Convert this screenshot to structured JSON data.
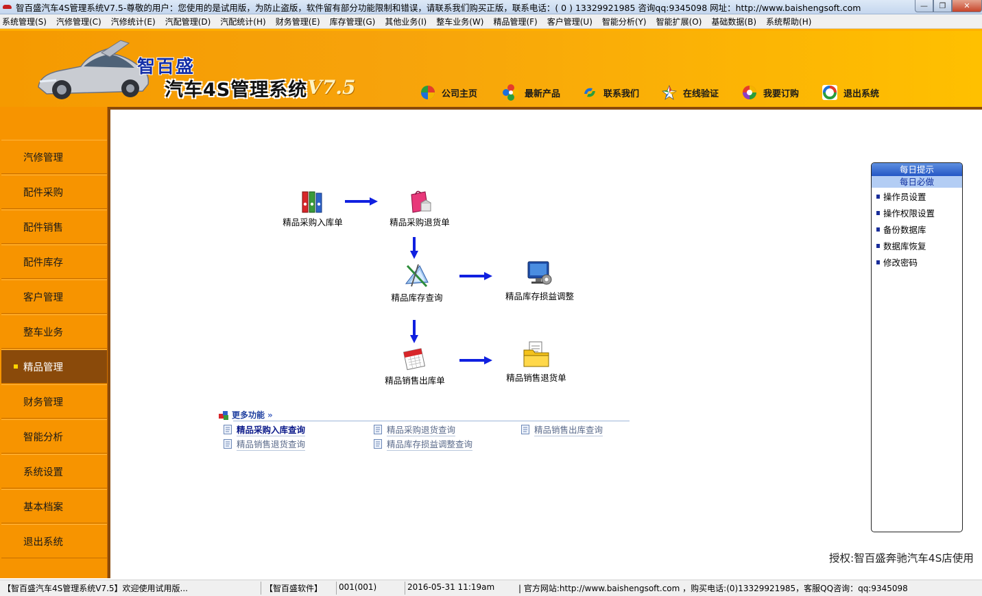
{
  "window": {
    "title": "智百盛汽车4S管理系统V7.5-尊敬的用户：您使用的是试用版，为防止盗版，软件留有部分功能限制和错误，请联系我们购买正版，联系电话：( 0 ) 13329921985  咨询qq:9345098    网址：http://www.baishengsoft.com",
    "minimize": "—",
    "maximize": "❐",
    "close": "✕"
  },
  "menu": [
    "系统管理(S)",
    "汽修管理(C)",
    "汽修统计(E)",
    "汽配管理(D)",
    "汽配统计(H)",
    "财务管理(E)",
    "库存管理(G)",
    "其他业务(I)",
    "整车业务(W)",
    "精品管理(F)",
    "客户管理(U)",
    "智能分析(Y)",
    "智能扩展(O)",
    "基础数据(B)",
    "系统帮助(H)"
  ],
  "header": {
    "brand_small": "智百盛",
    "brand_big": "汽车4S管理系统",
    "brand_version": "V7.5",
    "nav": [
      {
        "label": "公司主页",
        "icon": "pie-icon"
      },
      {
        "label": "最新产品",
        "icon": "flower-icon"
      },
      {
        "label": "联系我们",
        "icon": "swirl-icon"
      },
      {
        "label": "在线验证",
        "icon": "star-icon"
      },
      {
        "label": "我要订购",
        "icon": "color-ring-icon"
      },
      {
        "label": "退出系统",
        "icon": "ring-icon"
      }
    ]
  },
  "sidebar": {
    "items": [
      "汽修管理",
      "配件采购",
      "配件销售",
      "配件库存",
      "客户管理",
      "整车业务",
      "精品管理",
      "财务管理",
      "智能分析",
      "系统设置",
      "基本档案",
      "退出系统"
    ],
    "active": "精品管理"
  },
  "flow": {
    "purchase_in": "精品采购入库单",
    "purchase_return": "精品采购退货单",
    "stock_query": "精品库存查询",
    "stock_adjust": "精品库存损益调整",
    "sales_out": "精品销售出库单",
    "sales_return": "精品销售退货单"
  },
  "more": {
    "title": "更多功能",
    "chevron": "»",
    "links": [
      "精品采购入库查询",
      "精品采购退货查询",
      "精品销售出库查询",
      "精品销售退货查询",
      "精品库存损益调整查询"
    ]
  },
  "tips": {
    "header": "每日提示",
    "subheader": "每日必做",
    "items": [
      "操作员设置",
      "操作权限设置",
      "备份数据库",
      "数据库恢复",
      "修改密码"
    ]
  },
  "license": "授权:智百盛奔驰汽车4S店使用",
  "status": {
    "app": "【智百盛汽车4S管理系统V7.5】欢迎使用试用版...",
    "company": "【智百盛软件】",
    "user": "001(001)",
    "datetime": "2016-05-31 11:19am",
    "contact": "|  官方网站:http://www.baishengsoft.com ，购买电话:(0)13329921985，客服QQ咨询：qq:9345098"
  },
  "colors": {
    "accent_orange": "#f79400",
    "active_brown": "#8a4a0a",
    "tips_blue": "#2457c5",
    "arrow_blue": "#1020e0"
  }
}
